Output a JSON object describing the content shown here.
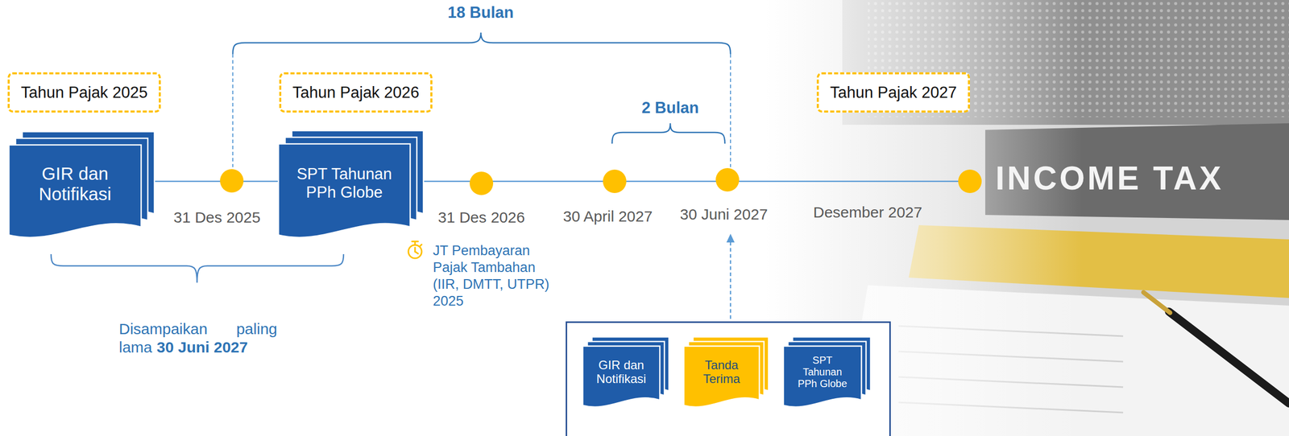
{
  "diagram": {
    "nodes": [
      {
        "text": [
          "Tahun Pajak 2025"
        ]
      },
      {
        "text": [
          "Tahun Pajak 2026"
        ]
      },
      {
        "text": [
          "Tahun Pajak 2027"
        ]
      },
      {
        "text": [
          "GIR dan Notifikasi"
        ]
      },
      {
        "text": [
          "SPT Tahunan PPh Globe"
        ]
      },
      {
        "text": []
      },
      {
        "text": [
          "GIR dan Notifikasi"
        ],
        "in": 5
      },
      {
        "text": [
          "Tanda Terima"
        ],
        "in": 5
      },
      {
        "text": [
          "SPT Tahunan PPh Globe"
        ],
        "in": 5
      }
    ],
    "labels": [
      "18 Bulan",
      "2 Bulan",
      "31 Des 2025",
      "31 Des 2026",
      "30 April 2027",
      "30 Juni 2027",
      "Desember 2027",
      "Disampaikan paling lama",
      "30 Juni 2027",
      "JT Pembayaran Pajak Tambahan (IIR, DMTT, UTPR) 2025",
      "INCOME TAX"
    ]
  }
}
